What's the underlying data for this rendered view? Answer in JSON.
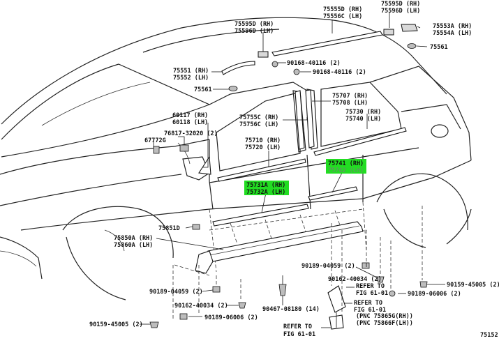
{
  "labels": {
    "l75555": "75555D (RH)",
    "l75556": "75556C (LH)",
    "l75595top": "75595D (RH)",
    "l75596top": "75596D (LH)",
    "l75553": "75553A (RH)",
    "l75554": "75554A (LH)",
    "l75561r": "75561",
    "l75595": "75595D (RH)",
    "l75596": "75596D (LH)",
    "l90168a": "90168-40116 (2)",
    "l90168b": "90168-40116 (2)",
    "l75551": "75551 (RH)",
    "l75552": "75552 (LH)",
    "l75561l": "75561",
    "l75707": "75707 (RH)",
    "l75708": "75708 (LH)",
    "l75755": "75755C (RH)",
    "l75756": "75756C (LH)",
    "l60117": "60117 (RH)",
    "l60118": "60118 (LH)",
    "l75730": "75730 (RH)",
    "l75740": "75740 (LH)",
    "l76817": "76817-32020 (2)",
    "l67772": "67772G",
    "l75710": "75710 (RH)",
    "l75720": "75720 (LH)",
    "l75741": "75741 (RH)",
    "l75742": "75742 (LH)",
    "l75731": "75731A (RH)",
    "l75732": "75732A (LH)",
    "l75851": "75851D",
    "l75850": "75850A (RH)",
    "l75860": "75860A (LH)",
    "l90189a": "90189-04059 (2)",
    "l90162a": "90162-40034 (2)",
    "l90159r": "90159-45005 (2)",
    "l90189r": "90189-06006 (2)",
    "l90189b": "90189-04059 (2)",
    "l90162b": "90162-40034 (2)",
    "l90467": "90467-08180 (14)",
    "l90159l": "90159-45005 (2)",
    "l90189c": "90189-06006 (2)",
    "lref1a": "REFER TO",
    "lref1b": "FIG 61-01",
    "lref2a": "REFER TO",
    "lref2b": "FIG 61-01",
    "lpnc1": "(PNC 75865G(RH))",
    "lpnc2": "(PNC 75866F(LH))",
    "lref3a": "REFER TO",
    "lref3b": "FIG 61-01",
    "lcorner": "75152"
  },
  "highlights": [
    "75731A (RH)",
    "75732A (LH)",
    "75741 (RH)",
    "75742 (LH)"
  ],
  "colors": {
    "highlight": "#22dd22",
    "ink": "#111111",
    "faded_label": "#7a7a7a"
  }
}
